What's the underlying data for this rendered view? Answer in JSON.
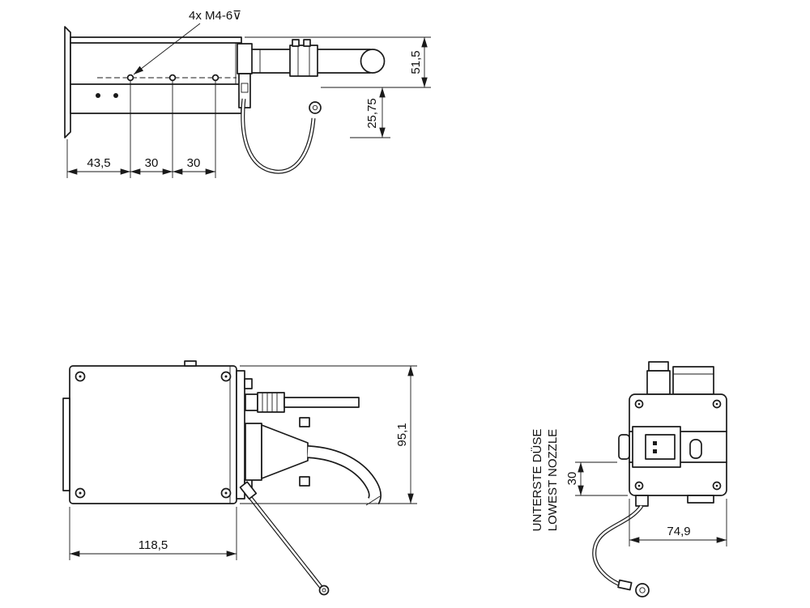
{
  "page": {
    "background": "#ffffff",
    "line_color": "#1a1a1a"
  },
  "top_view": {
    "hole_note": "4x M4-6⊽",
    "dim_height": "51,5",
    "dim_drop": "25,75",
    "dim_a": "43,5",
    "dim_b": "30",
    "dim_c": "30"
  },
  "front_view": {
    "dim_height": "95,1",
    "dim_width": "118,5"
  },
  "side_view": {
    "label_de": "UNTERSTE DÜSE",
    "label_en": "LOWEST NOZZLE",
    "dim_nozzle": "30",
    "dim_width": "74,9"
  }
}
